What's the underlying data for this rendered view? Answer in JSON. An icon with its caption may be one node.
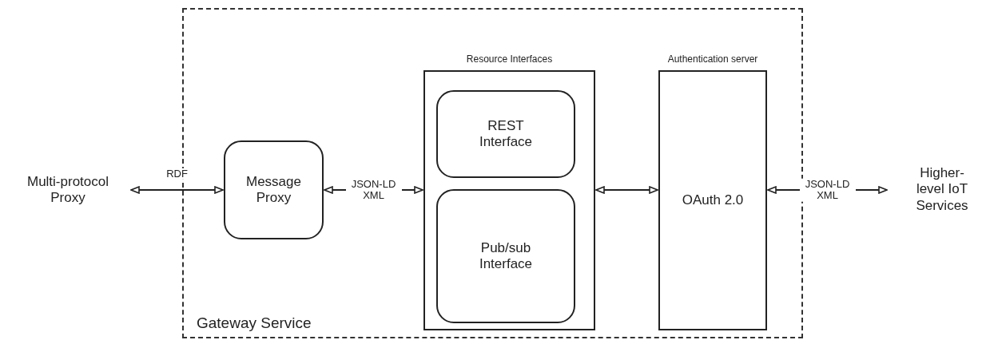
{
  "diagram": {
    "nodes": [
      {
        "text": [
          "Gateway Service"
        ]
      },
      {
        "text": [
          "Multi-protocol Proxy"
        ]
      },
      {
        "text": [
          "Message Proxy"
        ],
        "in": 0
      },
      {
        "text": [
          "Resource Interfaces"
        ],
        "in": 0
      },
      {
        "text": [
          "REST Interface"
        ],
        "in": 3
      },
      {
        "text": [
          "Pub/sub Interface"
        ],
        "in": 3
      },
      {
        "text": [
          "Authentication server",
          "OAuth 2.0"
        ],
        "in": 0
      },
      {
        "text": [
          "Higher-level IoT Services"
        ]
      }
    ],
    "edges": [
      {
        "from": 1,
        "to": 2,
        "arrow": "both",
        "label": "RDF"
      },
      {
        "from": 2,
        "to": 3,
        "arrow": "both",
        "label": "JSON-LD XML"
      },
      {
        "from": 3,
        "to": 6,
        "arrow": "both"
      },
      {
        "from": 6,
        "to": 7,
        "arrow": "both",
        "label": "JSON-LD XML"
      }
    ]
  }
}
